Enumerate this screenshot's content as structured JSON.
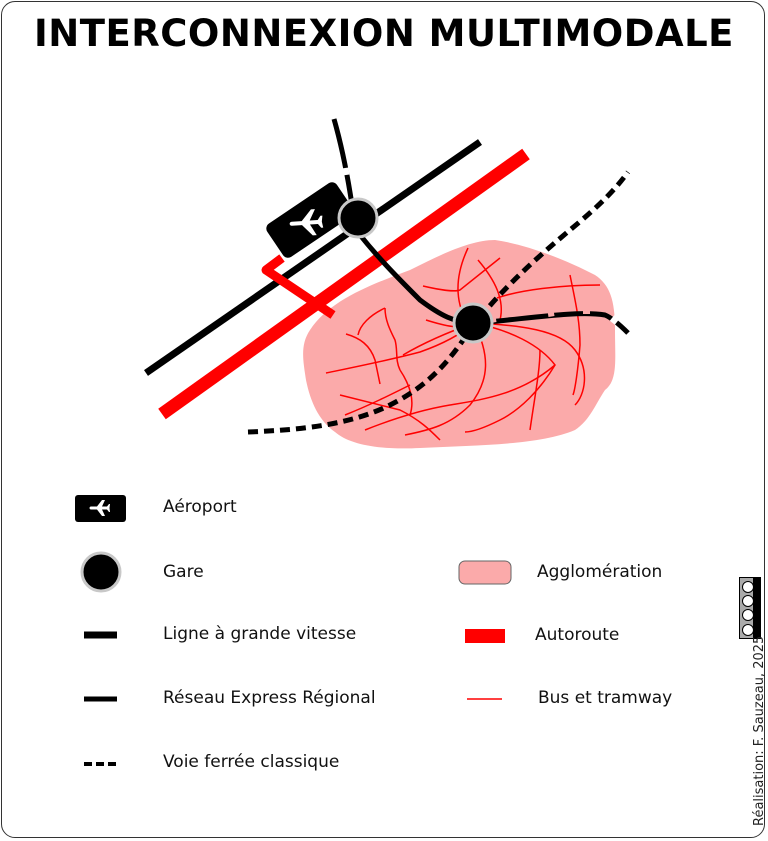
{
  "title": "INTERCONNEXION MULTIMODALE",
  "colors": {
    "agglomeration_fill": "#fbaaaa",
    "autoroute": "#ff0000",
    "bus_tram": "#ff0000",
    "rail": "#000000",
    "gare_ring": "#c8c8c8"
  },
  "map": {
    "icons": [
      "airplane-icon",
      "station-icon"
    ]
  },
  "legend": {
    "left": [
      {
        "label": "Aéroport",
        "symbol": "airport-icon"
      },
      {
        "label": "Gare",
        "symbol": "station-icon"
      },
      {
        "label": "Ligne à grande vitesse",
        "symbol": "thick-black-line"
      },
      {
        "label": "Réseau Express Régional",
        "symbol": "black-line"
      },
      {
        "label": "Voie ferrée classique",
        "symbol": "dashed-black-line"
      }
    ],
    "right": [
      {
        "label": "Agglomération",
        "symbol": "pink-area"
      },
      {
        "label": "Autoroute",
        "symbol": "thick-red-line"
      },
      {
        "label": "Bus et tramway",
        "symbol": "thin-red-line"
      }
    ]
  },
  "credit": "Réalisation: F. Sauzeau, 2025",
  "license": {
    "badge": "CC BY NC SA",
    "items": [
      "cc",
      "BY",
      "NC",
      "SA"
    ]
  }
}
